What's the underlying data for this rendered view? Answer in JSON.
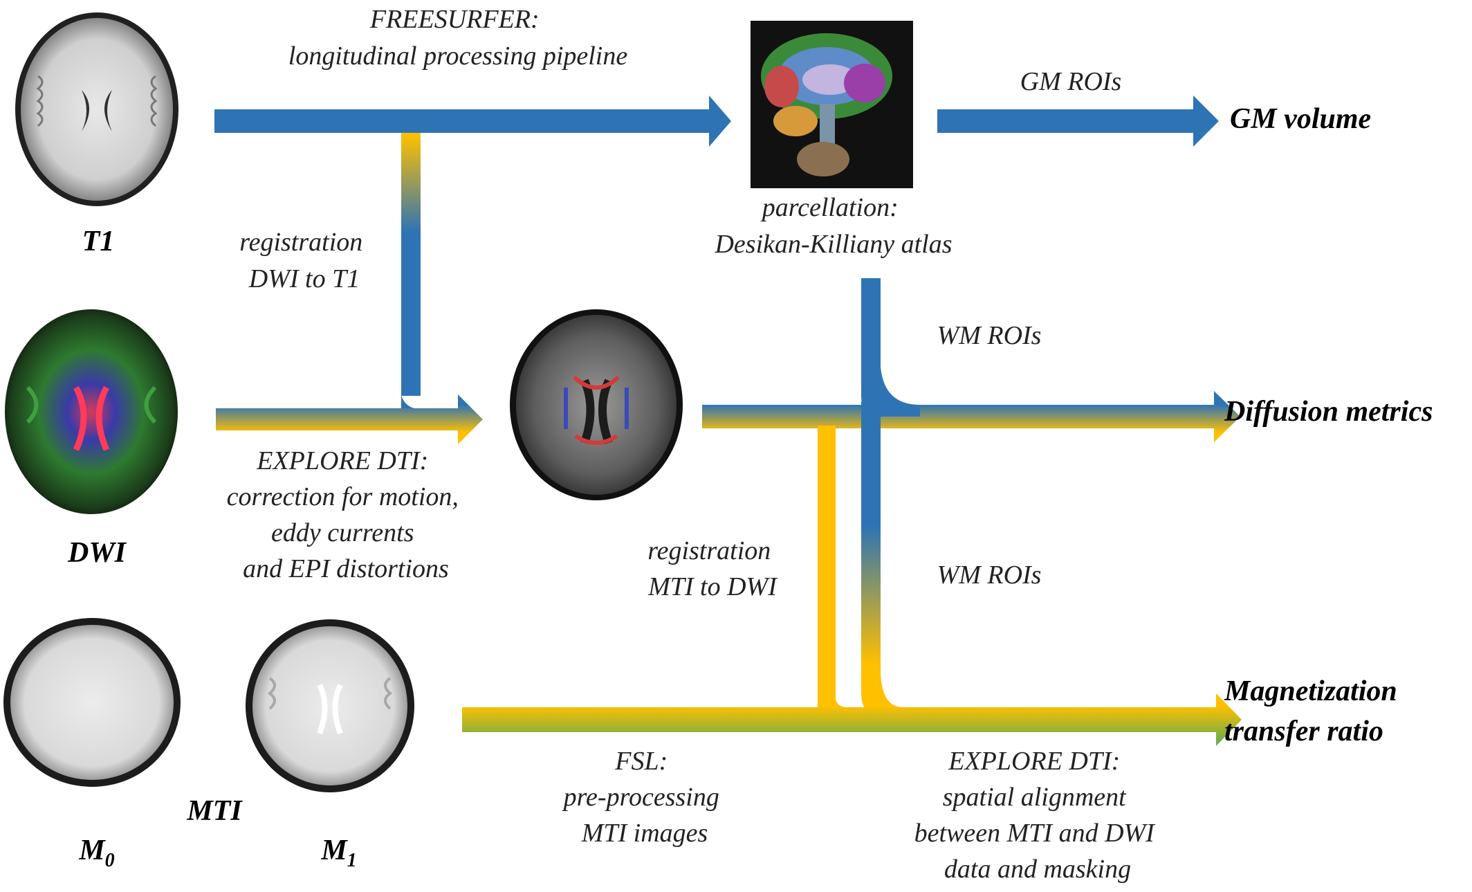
{
  "colors": {
    "blue": "#2e74b5",
    "yellow": "#ffc000",
    "green": "#70ad47"
  },
  "inputs": {
    "t1": "T1",
    "dwi": "DWI",
    "mti": "MTI",
    "m0_base": "M",
    "m0_sub": "0",
    "m1_base": "M",
    "m1_sub": "1"
  },
  "steps": {
    "freesurfer": [
      "FREESURFER:",
      "longitudinal processing pipeline"
    ],
    "registration_dwi_t1": [
      "registration",
      "DWI to T1"
    ],
    "parcellation": [
      "parcellation:",
      "Desikan-Killiany atlas"
    ],
    "explore_dti_correction": [
      "EXPLORE DTI:",
      "correction for motion,",
      "eddy currents",
      "and EPI distortions"
    ],
    "registration_mti_dwi": [
      "registration",
      "MTI to DWI"
    ],
    "gm_rois": "GM ROIs",
    "wm_rois_1": "WM ROIs",
    "wm_rois_2": "WM ROIs",
    "fsl": [
      "FSL:",
      "pre-processing",
      "MTI images"
    ],
    "explore_dti_alignment": [
      "EXPLORE DTI:",
      "spatial alignment",
      "between MTI and DWI",
      "data and masking"
    ]
  },
  "outputs": {
    "gm_volume": "GM volume",
    "diffusion_metrics": "Diffusion metrics",
    "mtr_line1": "Magnetization",
    "mtr_line2": "transfer ratio"
  },
  "images": {
    "t1_icon": "t1-brain-axial-image",
    "dwi_icon": "dwi-color-fa-brain-image",
    "m0_icon": "m0-brain-image",
    "m1_icon": "m1-brain-image",
    "sagittal_icon": "sagittal-parcellation-image",
    "overlay_icon": "dwi-t1-overlay-brain-image"
  }
}
